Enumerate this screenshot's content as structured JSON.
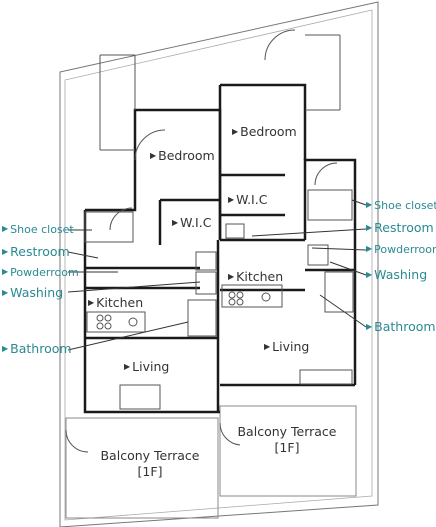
{
  "labels": {
    "left": {
      "shoe_closet": "Shoe closet",
      "restroom": "Restroom",
      "powderroom": "Powderroom",
      "washing": "Washing",
      "bathroom": "Bathroom",
      "bedroom": "Bedroom",
      "wic": "W.I.C",
      "kitchen": "Kitchen",
      "living": "Living",
      "balcony": "Balcony Terrace [1F]"
    },
    "right": {
      "shoe_closet": "Shoe closet",
      "restroom": "Restroom",
      "powderroom": "Powderroom",
      "washing": "Washing",
      "bathroom": "Bathroom",
      "bedroom": "Bedroom",
      "wic": "W.I.C",
      "kitchen": "Kitchen",
      "living": "Living",
      "balcony": "Balcony Terrace [1F]"
    }
  },
  "colors": {
    "wall": "#1a1a1a",
    "thin_line": "#555555",
    "callout_text": "#2a8a93",
    "room_text": "#333333"
  }
}
